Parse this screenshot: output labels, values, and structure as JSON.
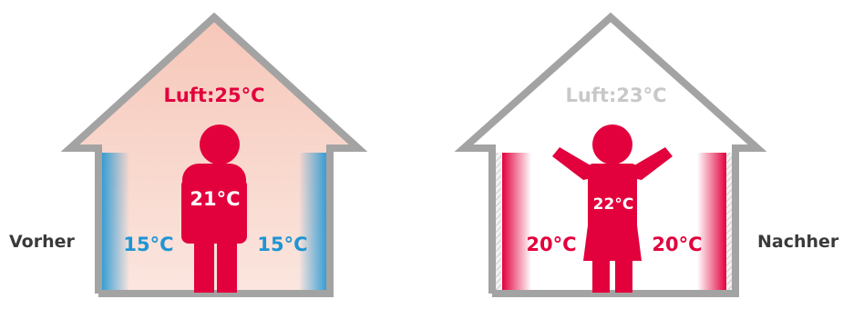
{
  "before": {
    "label": "Vorher",
    "air_temp": "Luft:25°C",
    "person_temp": "21°C",
    "wall_left_temp": "15°C",
    "wall_right_temp": "15°C"
  },
  "after": {
    "label": "Nachher",
    "air_temp": "Luft:23°C",
    "person_temp": "22°C",
    "wall_left_temp": "20°C",
    "wall_right_temp": "20°C"
  },
  "colors": {
    "red": "#e2003d",
    "blue": "#1e95d4",
    "gray": "#a3a3a3",
    "light_gray": "#c8c8c8",
    "dark_text": "#3a3a3a",
    "warm_air": "#f8d3c9"
  },
  "icons": {
    "before_person": "person-standing-icon",
    "after_person": "person-arms-raised-icon"
  }
}
